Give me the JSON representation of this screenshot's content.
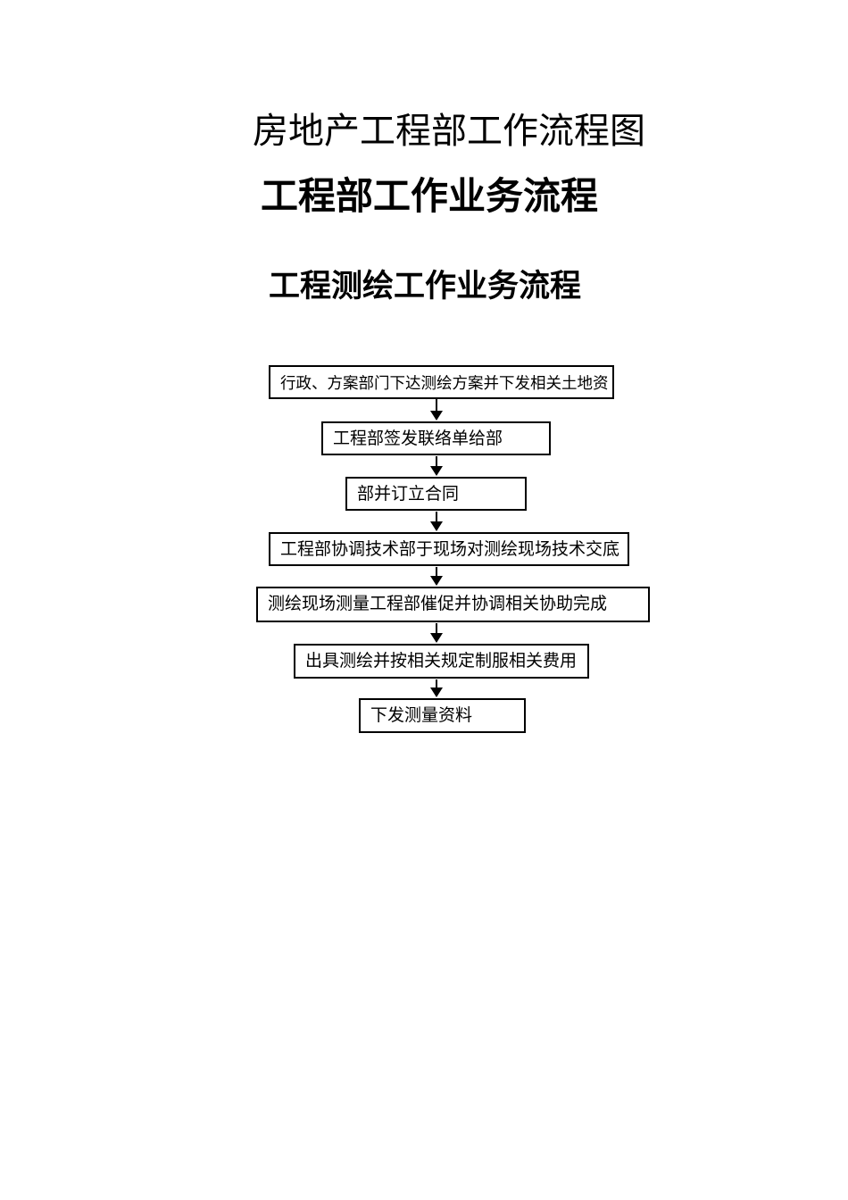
{
  "document": {
    "title": "房地产工程部工作流程图",
    "section_title": "工程部工作业务流程",
    "subsection_title": "工程测绘工作业务流程"
  },
  "flowchart": {
    "nodes": [
      {
        "label": "行政、方案部门下达测绘方案并下发相关土地资料"
      },
      {
        "label": "工程部签发联络单给部"
      },
      {
        "label": "部并订立合同"
      },
      {
        "label": "工程部协调技术部于现场对测绘现场技术交底"
      },
      {
        "label": "测绘现场测量工程部催促并协调相关协助完成"
      },
      {
        "label": "出具测绘并按相关规定制服相关费用"
      },
      {
        "label": "下发测量资料"
      }
    ],
    "connector_style": "down-arrow",
    "colors": {
      "ink": "#000000",
      "border": "#000000",
      "page_background": "#ffffff"
    }
  }
}
